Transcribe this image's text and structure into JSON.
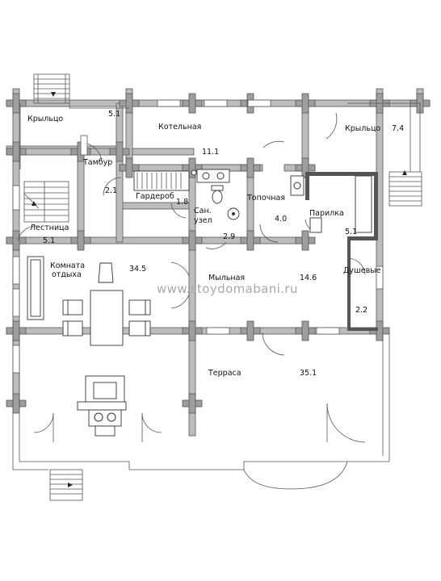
{
  "rooms": {
    "krylco_left": "Крыльцо",
    "krylco_left_area": "5.1",
    "kotelnaya": "Котельная",
    "kotelnaya_area": "11.1",
    "krylco_right": "Крыльцо",
    "krylco_right_area": "7.4",
    "tambur": "Тамбур",
    "tambur_area": "2.1",
    "garderob": "Гардероб",
    "garderob_area": "1.8",
    "san_uzel_1": "Сан.",
    "san_uzel_2": "узел",
    "san_uzel_area": "2.9",
    "topochnaya": "Топочная",
    "topochnaya_area": "4.0",
    "parilka": "Парилка",
    "parilka_area": "5.1",
    "lestnica": "Лестница",
    "lestnica_area": "5.1",
    "komnata_1": "Комната",
    "komnata_2": "отдыха",
    "komnata_area": "34.5",
    "mylnaya": "Мыльная",
    "mylnaya_area": "14.6",
    "dushevye": "Душевые",
    "dushevye_area": "2.2",
    "terrasa": "Терраса",
    "terrasa_area": "35.1"
  },
  "watermark": "www.stoydomabani.ru",
  "colors": {
    "wall": "#bdbdbd",
    "post": "#9e9e9e",
    "line": "#555555",
    "watermark": "#a9a9a9"
  }
}
